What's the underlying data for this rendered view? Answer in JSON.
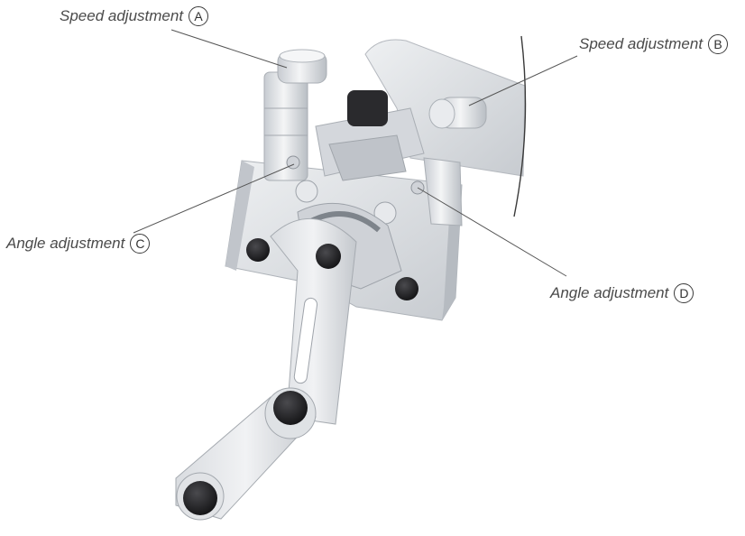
{
  "callouts": {
    "a": {
      "label": "Speed adjustment",
      "badge": "A"
    },
    "b": {
      "label": "Speed adjustment",
      "badge": "B"
    },
    "c": {
      "label": "Angle adjustment",
      "badge": "C"
    },
    "d": {
      "label": "Angle adjustment",
      "badge": "D"
    }
  },
  "colors": {
    "metal_light": "#e3e5e8",
    "metal_mid": "#c9ccd1",
    "metal_dark": "#9ea3aa",
    "screw": "#1f1f22",
    "leader": "#555555"
  }
}
